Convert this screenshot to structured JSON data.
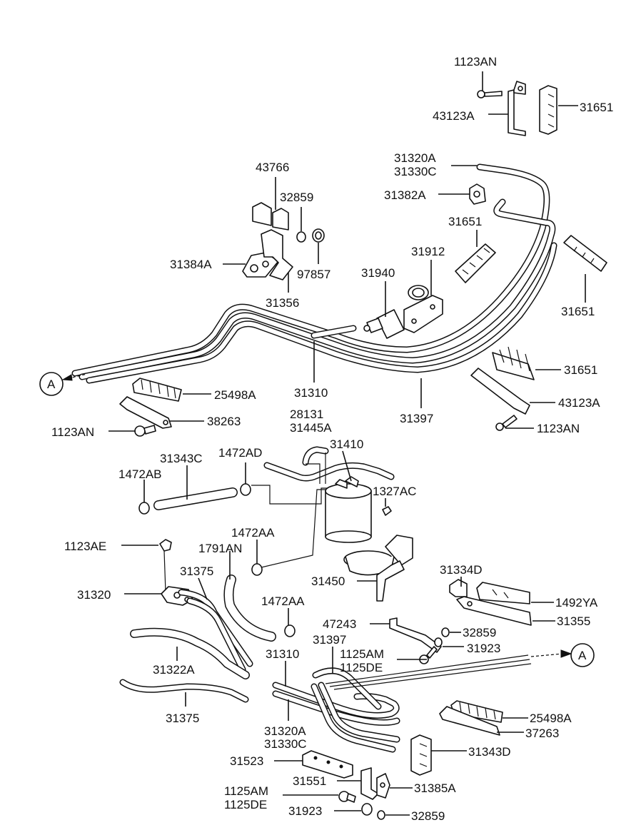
{
  "labels": {
    "l_1123AN_top": "1123AN",
    "l_43123A_top": "43123A",
    "l_31651_top": "31651",
    "l_31320A_top": "31320A",
    "l_31330C_top": "31330C",
    "l_31382A": "31382A",
    "l_43766": "43766",
    "l_32859_a": "32859",
    "l_31651_b": "31651",
    "l_31912": "31912",
    "l_31384A": "31384A",
    "l_97857": "97857",
    "l_31940": "31940",
    "l_31356": "31356",
    "l_31651_c": "31651",
    "l_31651_d": "31651",
    "l_A_left": "A",
    "l_25498A_a": "25498A",
    "l_31310_a": "31310",
    "l_31397_a": "31397",
    "l_43123A_b": "43123A",
    "l_38263": "38263",
    "l_1123AN_b": "1123AN",
    "l_1123AN_c": "1123AN",
    "l_28131": "28131",
    "l_31445A": "31445A",
    "l_31410": "31410",
    "l_31343C": "31343C",
    "l_1472AD": "1472AD",
    "l_1472AB": "1472AB",
    "l_1327AC": "1327AC",
    "l_1123AE": "1123AE",
    "l_1472AA_a": "1472AA",
    "l_1791AN": "1791AN",
    "l_31334D": "31334D",
    "l_31375_a": "31375",
    "l_31450": "31450",
    "l_31320": "31320",
    "l_1472AA_b": "1472AA",
    "l_1492YA": "1492YA",
    "l_31355": "31355",
    "l_47243": "47243",
    "l_32859_b": "32859",
    "l_31397_b": "31397",
    "l_31923_a": "31923",
    "l_31310_b": "31310",
    "l_1125AM_a": "1125AM",
    "l_1125DE_a": "1125DE",
    "l_A_right": "A",
    "l_31322A": "31322A",
    "l_31375_b": "31375",
    "l_25498A_b": "25498A",
    "l_37263": "37263",
    "l_31320A_b": "31320A",
    "l_31330C_b": "31330C",
    "l_31343D": "31343D",
    "l_31523": "31523",
    "l_31551": "31551",
    "l_31385A": "31385A",
    "l_1125AM_b": "1125AM",
    "l_1125DE_b": "1125DE",
    "l_31923_b": "31923",
    "l_32859_c": "32859"
  }
}
